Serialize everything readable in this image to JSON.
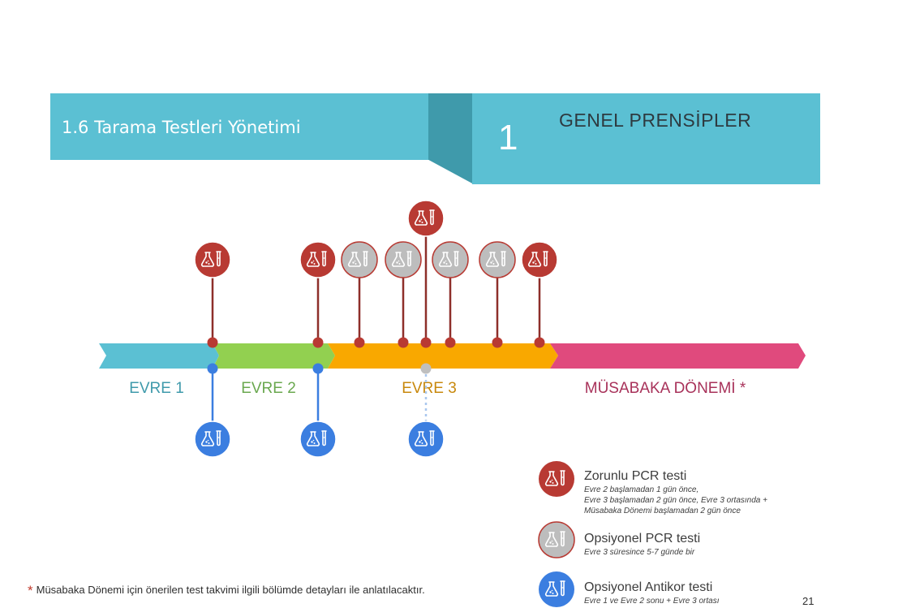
{
  "header": {
    "section_title": "1.6 Tarama Testleri Yönetimi",
    "chapter_number": "1",
    "chapter_title": "GENEL PRENSİPLER"
  },
  "phases": [
    {
      "label": "EVRE 1",
      "color": "#5bc0d3",
      "text_color": "#3f9aab"
    },
    {
      "label": "EVRE 2",
      "color": "#92d050",
      "text_color": "#6aa84f"
    },
    {
      "label": "EVRE 3",
      "color": "#f9a800",
      "text_color": "#c8880c"
    },
    {
      "label": "MÜSABAKA DÖNEMİ *",
      "color": "#e04a7d",
      "text_color": "#a8325a"
    }
  ],
  "icons": {
    "flask": "flask-icon",
    "test_tube": "test-tube-icon"
  },
  "test_types": {
    "mandatory_pcr": {
      "color": "#b83a33",
      "title": "Zorunlu PCR testi",
      "desc": "Evre 2 başlamadan 1 gün önce,\nEvre 3 başlamadan 2 gün önce, Evre 3 ortasında +\nMüsabaka Dönemi başlamadan 2 gün önce"
    },
    "optional_pcr": {
      "color": "#bdbdbd",
      "title": "Opsiyonel PCR testi",
      "desc": "Evre 3 süresince 5-7 günde bir"
    },
    "optional_antibody": {
      "color": "#3b7ee0",
      "title": "Opsiyonel Antikor testi",
      "desc": "Evre 1 ve Evre 2 sonu + Evre 3 ortası"
    }
  },
  "footnote": {
    "star": "*",
    "text": "Müsabaka Dönemi için önerilen test takvimi ilgili bölümde detayları ile anlatılacaktır."
  },
  "page_number": "21"
}
